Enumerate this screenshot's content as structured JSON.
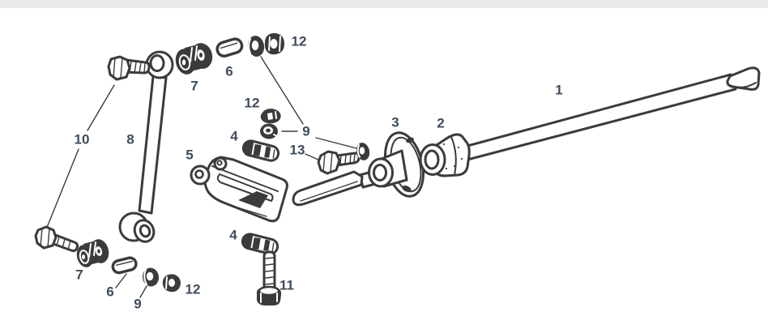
{
  "chrome": {
    "top_bar_color": "#e9e9e9"
  },
  "diagram": {
    "background": "#ffffff",
    "line_color": "#3b3b3b",
    "label_color": "#3e4c5c",
    "callouts": {
      "c1": "1",
      "c2": "2",
      "c3": "3",
      "c4_upper": "4",
      "c4_lower": "4",
      "c5": "5",
      "c6_upper": "6",
      "c6_lower": "6",
      "c7_upper": "7",
      "c7_lower": "7",
      "c8": "8",
      "c9_middle": "9",
      "c9_lower": "9",
      "c10": "10",
      "c11": "11",
      "c12_top": "12",
      "c12_middle": "12",
      "c12_lower": "12",
      "c13": "13"
    }
  }
}
